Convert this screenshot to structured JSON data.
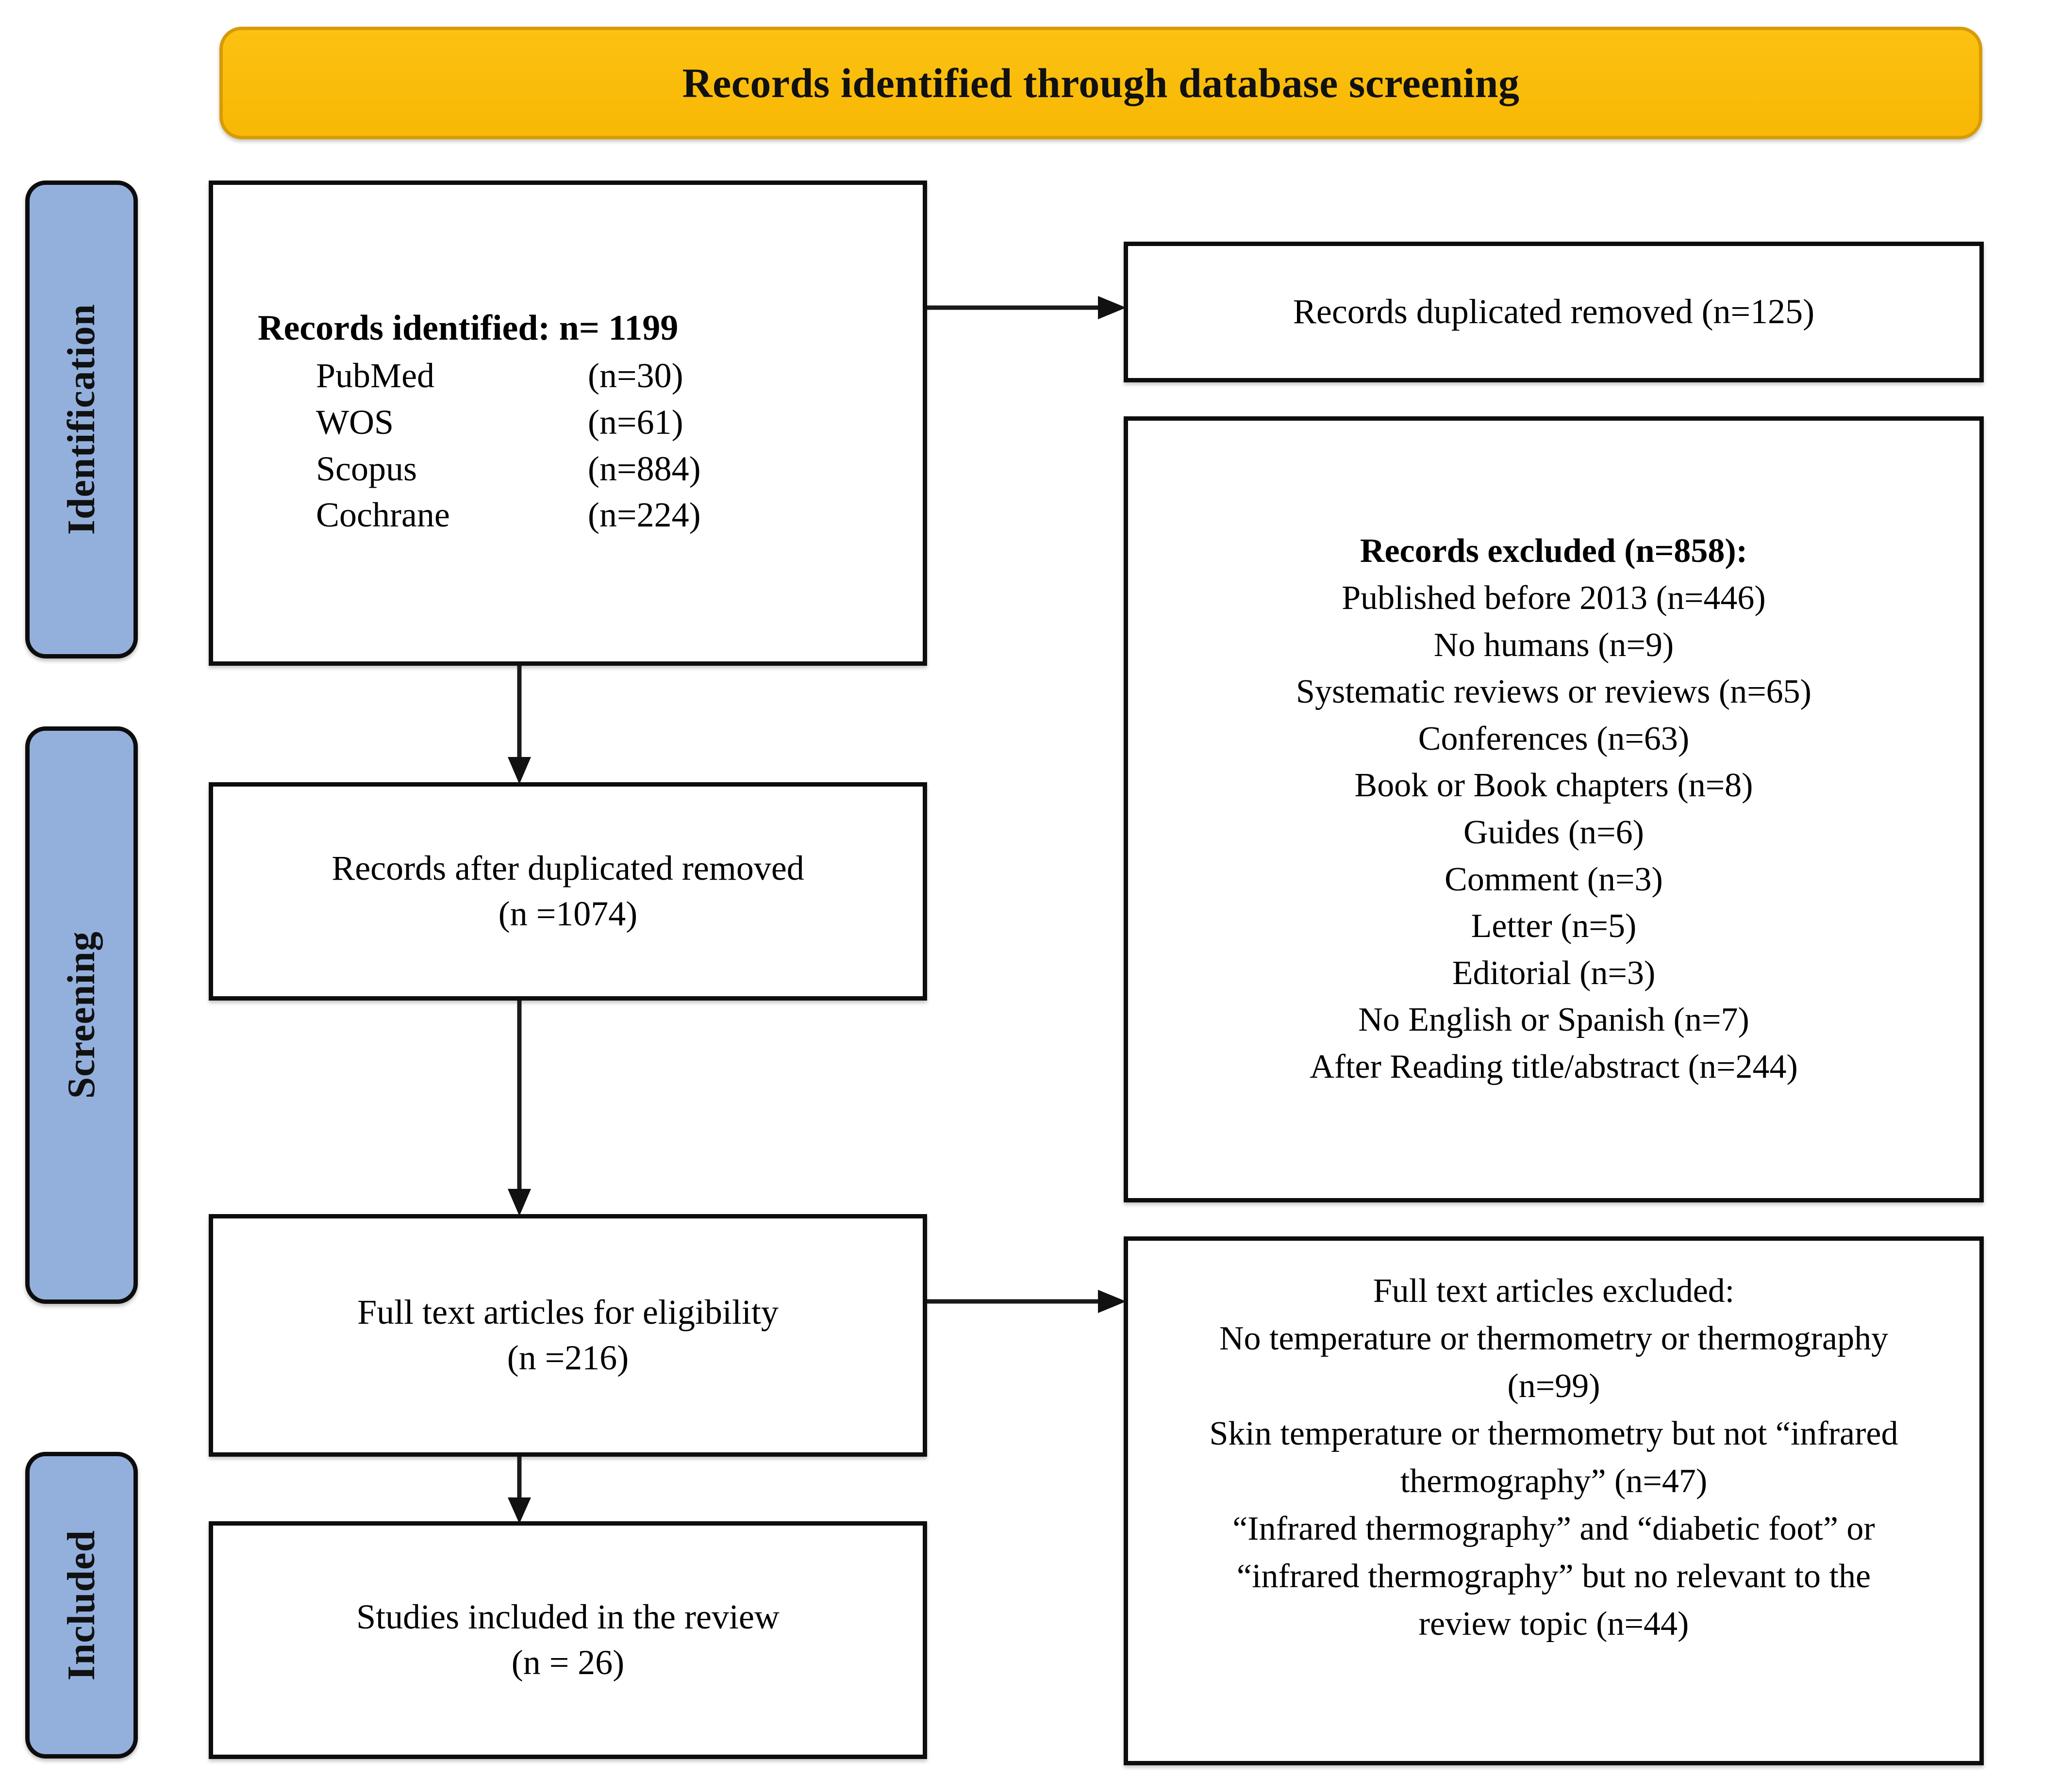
{
  "banner": {
    "title": "Records identified through database screening"
  },
  "stages": [
    {
      "key": "identification",
      "label": "Identification"
    },
    {
      "key": "screening",
      "label": "Screening"
    },
    {
      "key": "included",
      "label": "Included"
    }
  ],
  "boxes": {
    "records_identified": {
      "heading": "Records identified: n= 1199",
      "databases": [
        {
          "name": "PubMed",
          "count": "(n=30)"
        },
        {
          "name": "WOS",
          "count": "(n=61)"
        },
        {
          "name": "Scopus",
          "count": "(n=884)"
        },
        {
          "name": "Cochrane",
          "count": "(n=224)"
        }
      ]
    },
    "duplicates_removed": {
      "line1": "Records duplicated removed (n=125)"
    },
    "records_excluded": {
      "heading": "Records excluded (n=858):",
      "reasons": [
        "Published before 2013 (n=446)",
        "No humans (n=9)",
        "Systematic reviews or reviews (n=65)",
        "Conferences (n=63)",
        "Book or Book chapters (n=8)",
        "Guides (n=6)",
        "Comment (n=3)",
        "Letter (n=5)",
        "Editorial (n=3)",
        "No English or Spanish (n=7)",
        "After Reading title/abstract (n=244)"
      ]
    },
    "records_after_duplicates": {
      "line1": "Records after duplicated removed",
      "line2": "(n =1074)"
    },
    "fulltext_eligibility": {
      "line1": "Full text articles for eligibility",
      "line2": "(n =216)"
    },
    "studies_included": {
      "line1": "Studies included in the review",
      "line2": "(n = 26)"
    },
    "fulltext_excluded": {
      "heading": "Full text articles excluded:",
      "reasons": [
        "No temperature or thermometry or thermography",
        "(n=99)",
        "Skin temperature or thermometry but not “infrared",
        "thermography” (n=47)",
        "“Infrared thermography” and “diabetic foot” or",
        "“infrared thermography” but no relevant to the",
        "review topic (n=44)"
      ]
    }
  },
  "colors": {
    "banner_fill": "#f9be0b",
    "banner_border": "#d79b06",
    "stage_fill": "#93b0dd",
    "outline": "#0d0d0d",
    "box_fill": "#ffffff"
  },
  "connectors": [
    {
      "name": "identified-to-duplicates",
      "direction": "right"
    },
    {
      "name": "identified-to-after-duplicates",
      "direction": "down"
    },
    {
      "name": "after-duplicates-to-eligibility",
      "direction": "down"
    },
    {
      "name": "eligibility-to-fulltext-excluded",
      "direction": "right"
    },
    {
      "name": "eligibility-to-included",
      "direction": "down"
    }
  ]
}
